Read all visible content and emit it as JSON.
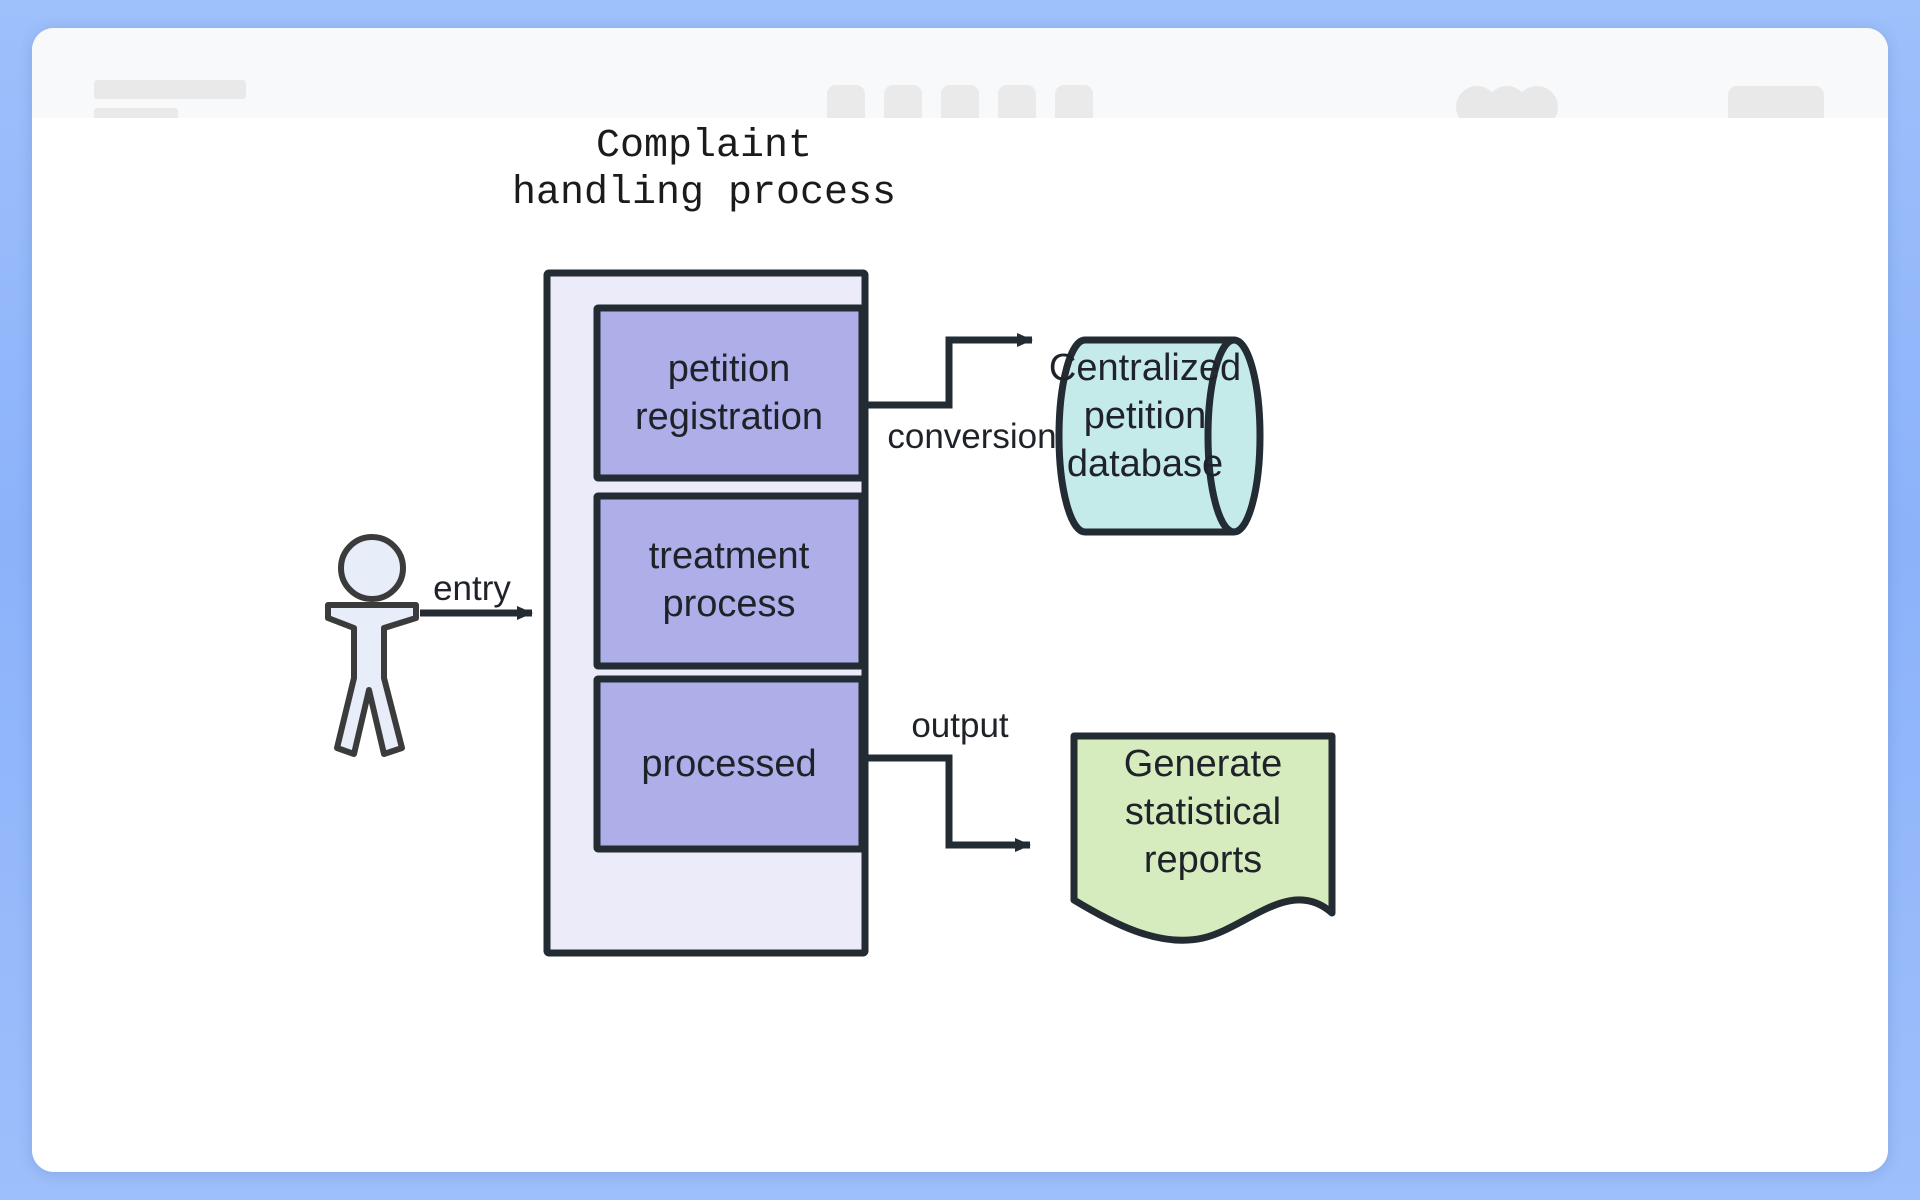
{
  "window": {
    "titlebar": {
      "left_placeholders": [
        "",
        ""
      ],
      "center_buttons": [
        "toolbar-button-1",
        "toolbar-button-2",
        "toolbar-button-3",
        "toolbar-button-4",
        "toolbar-button-5"
      ],
      "avatars": [
        "avatar-1",
        "avatar-2",
        "avatar-3"
      ],
      "action_pill": ""
    }
  },
  "diagram": {
    "type": "flowchart",
    "group": {
      "title_line_1": "Complaint",
      "title_line_2": "handling process",
      "fill": "#ebebfa",
      "stroke": "#232b33"
    },
    "actor": {
      "name": "user-actor",
      "fill": "#e8edfa",
      "stroke": "#3b3b3b"
    },
    "nodes": [
      {
        "id": "petition-registration",
        "label_line_1": "petition",
        "label_line_2": "registration",
        "shape": "rectangle",
        "fill": "#aeaee8",
        "stroke": "#232b33"
      },
      {
        "id": "treatment-process",
        "label_line_1": "treatment",
        "label_line_2": "process",
        "shape": "rectangle",
        "fill": "#aeaee8",
        "stroke": "#232b33"
      },
      {
        "id": "processed",
        "label_line_1": "processed",
        "label_line_2": "",
        "shape": "rectangle",
        "fill": "#aeaee8",
        "stroke": "#232b33"
      },
      {
        "id": "centralized-petition-database",
        "label_line_1": "Centralized",
        "label_line_2": "petition",
        "label_line_3": "database",
        "shape": "cylinder",
        "fill": "#c5eaea",
        "stroke": "#232b33"
      },
      {
        "id": "generate-statistical-reports",
        "label_line_1": "Generate",
        "label_line_2": "statistical",
        "label_line_3": "reports",
        "shape": "document",
        "fill": "#d6ecbe",
        "stroke": "#232b33"
      }
    ],
    "edges": [
      {
        "id": "entry-edge",
        "label": "entry",
        "from": "user-actor",
        "to": "complaint-handling-process"
      },
      {
        "id": "conversion-edge",
        "label": "conversion",
        "from": "petition-registration",
        "to": "centralized-petition-database"
      },
      {
        "id": "output-edge",
        "label": "output",
        "from": "processed",
        "to": "generate-statistical-reports"
      }
    ]
  }
}
